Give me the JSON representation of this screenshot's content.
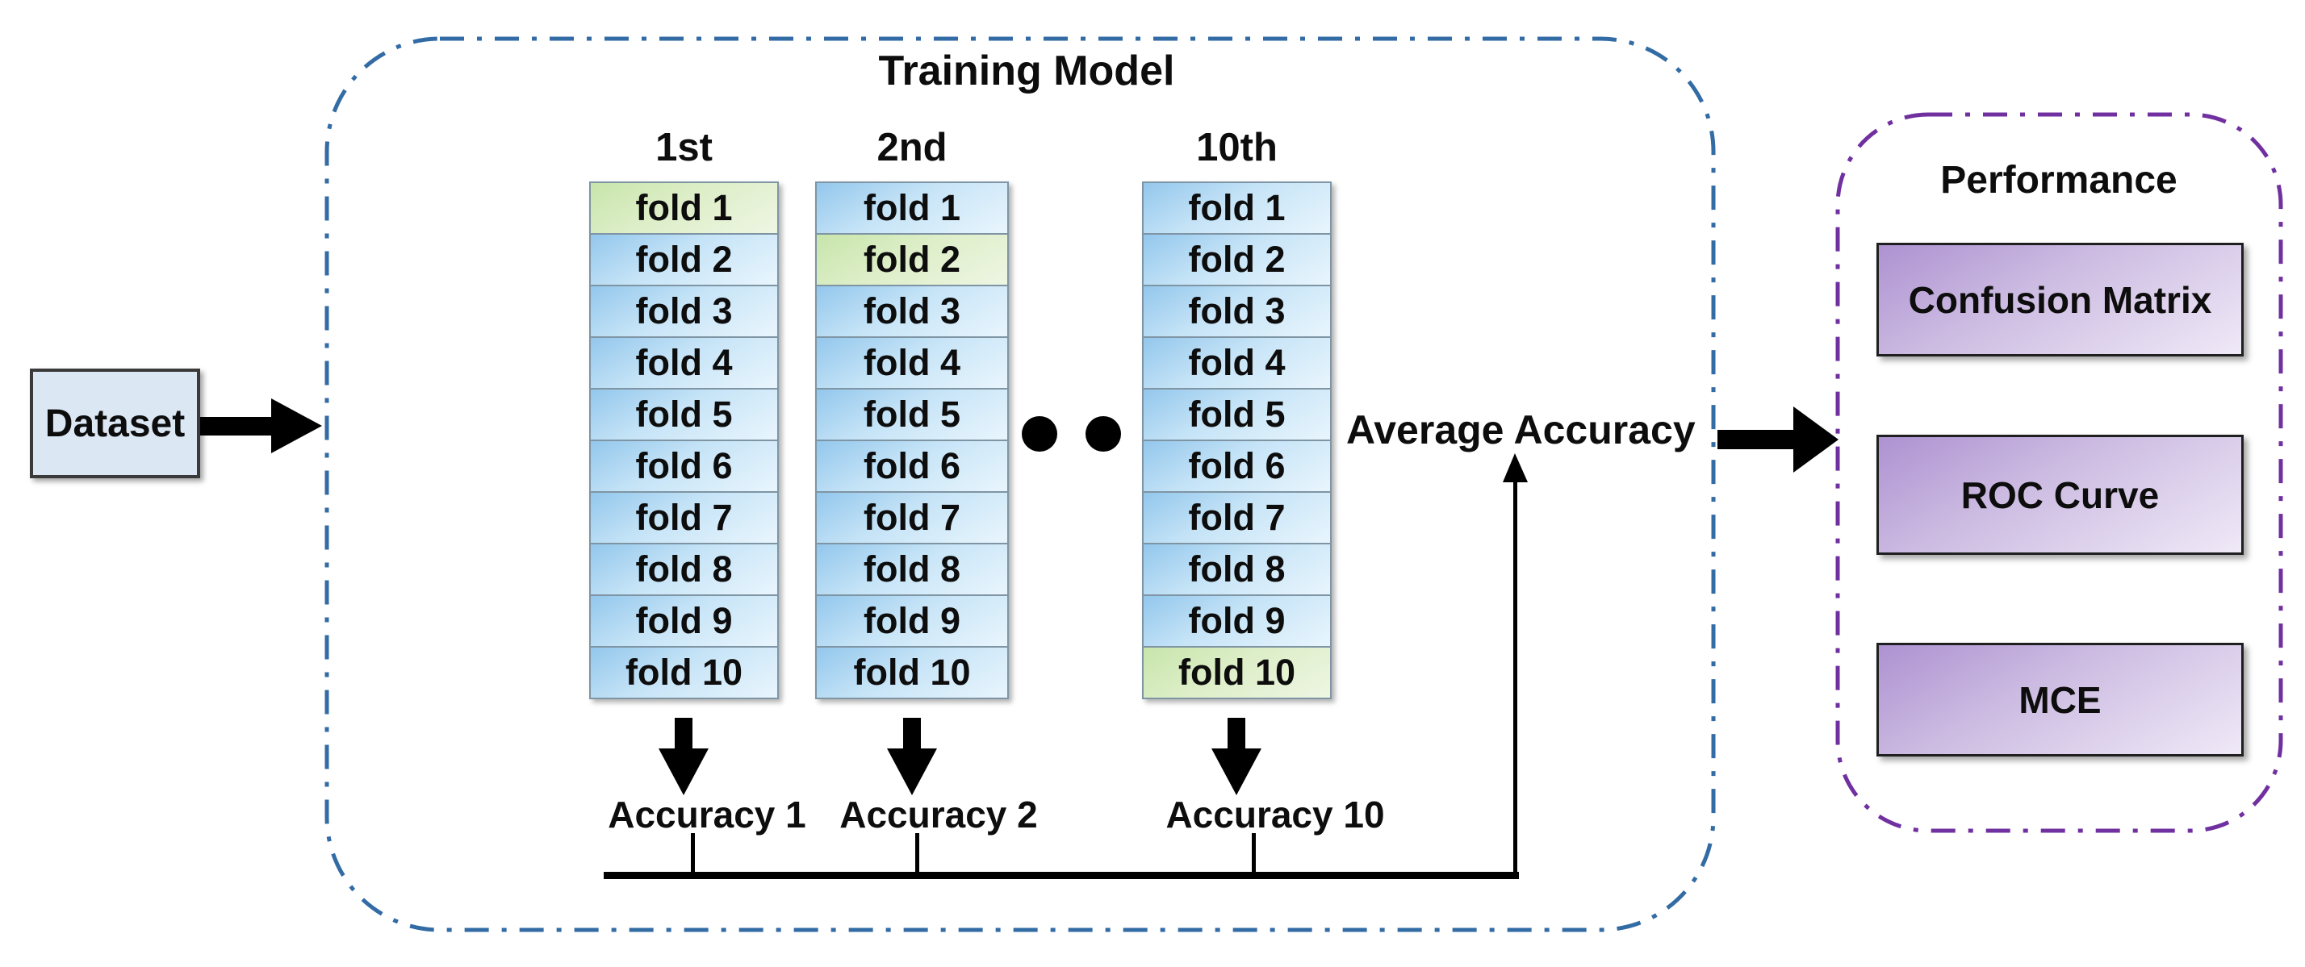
{
  "dataset": {
    "label": "Dataset"
  },
  "training": {
    "title": "Training Model",
    "columns": [
      {
        "header": "1st",
        "highlight_index": 0,
        "cells": [
          "fold 1",
          "fold 2",
          "fold 3",
          "fold 4",
          "fold 5",
          "fold 6",
          "fold 7",
          "fold 8",
          "fold 9",
          "fold 10"
        ],
        "accuracy_label": "Accuracy 1"
      },
      {
        "header": "2nd",
        "highlight_index": 1,
        "cells": [
          "fold 1",
          "fold 2",
          "fold 3",
          "fold 4",
          "fold 5",
          "fold 6",
          "fold 7",
          "fold 8",
          "fold 9",
          "fold 10"
        ],
        "accuracy_label": "Accuracy 2"
      },
      {
        "header": "10th",
        "highlight_index": 9,
        "cells": [
          "fold 1",
          "fold 2",
          "fold 3",
          "fold 4",
          "fold 5",
          "fold 6",
          "fold 7",
          "fold 8",
          "fold 9",
          "fold 10"
        ],
        "accuracy_label": "Accuracy 10"
      }
    ],
    "ellipsis_icon": "two-black-dots",
    "average_label": "Average Accuracy"
  },
  "performance": {
    "title": "Performance",
    "items": [
      "Confusion Matrix",
      "ROC Curve",
      "MCE"
    ]
  },
  "colors": {
    "training_border": "#336ba4",
    "performance_border": "#7030a0",
    "arrow_black": "#000000",
    "dataset_fill": "#dce7f4",
    "fold_blue_start": "#93c7ec",
    "fold_blue_end": "#e9f5fd",
    "fold_green_start": "#c8e5ab",
    "fold_green_end": "#eef6e3",
    "purple_box_start": "#ad92d1",
    "purple_box_end": "#efe9f7",
    "cell_border": "#7f95a4",
    "box_border": "#1f1f1f"
  }
}
